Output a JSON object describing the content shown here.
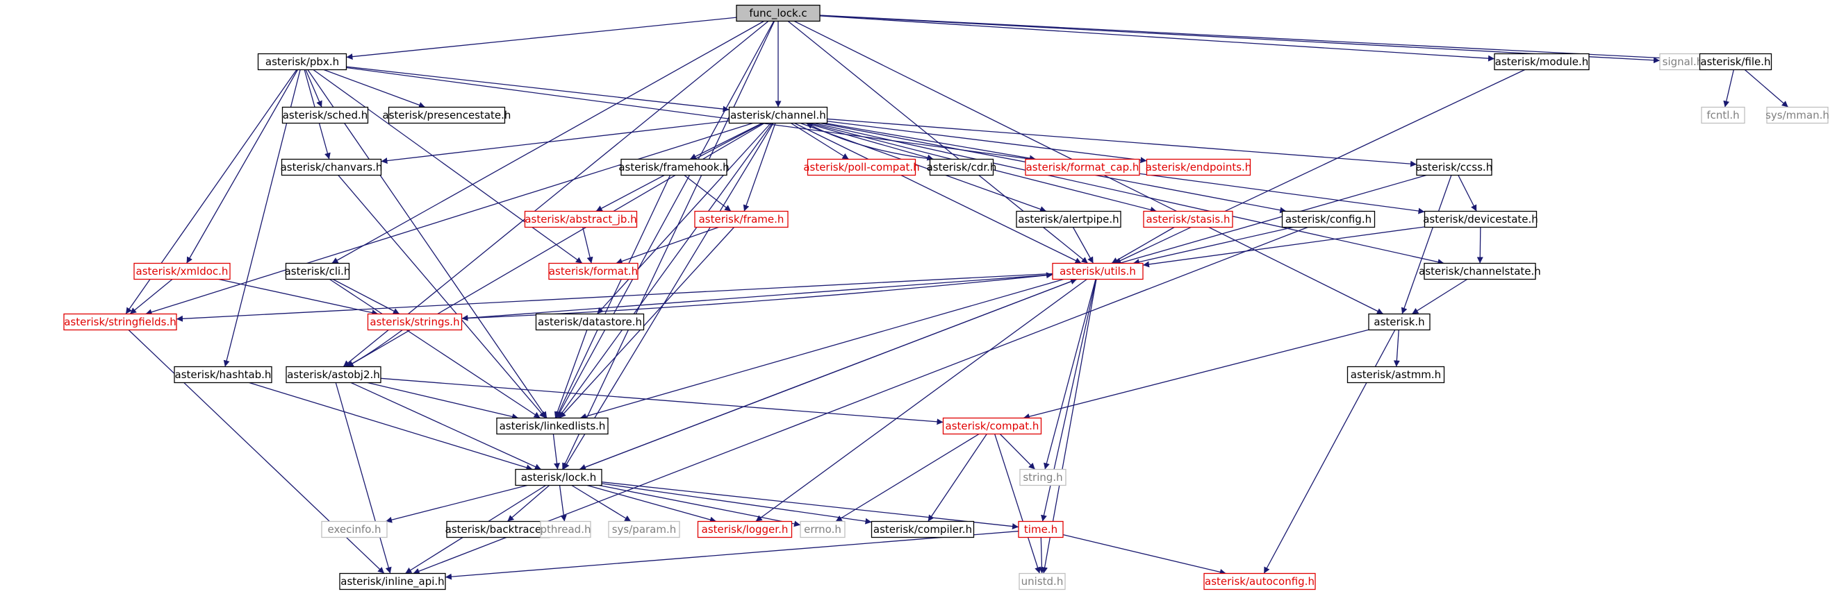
{
  "styles": {
    "normal": {
      "stroke": "#000000",
      "text": "#000000",
      "fill": "#ffffff"
    },
    "missing": {
      "stroke": "#bfbfbf",
      "text": "#7f7f7f",
      "fill": "#ffffff"
    },
    "truncated": {
      "stroke": "#e00000",
      "text": "#e00000",
      "fill": "#ffffff"
    },
    "root": {
      "stroke": "#000000",
      "text": "#000000",
      "fill": "#bfbfbf"
    },
    "edge": "#191970"
  },
  "nodes": [
    {
      "id": "func_lock",
      "label": "func_lock.c",
      "style": "root"
    },
    {
      "id": "pbx",
      "label": "asterisk/pbx.h",
      "style": "normal"
    },
    {
      "id": "module",
      "label": "asterisk/module.h",
      "style": "normal"
    },
    {
      "id": "signal",
      "label": "signal.h",
      "style": "missing"
    },
    {
      "id": "file",
      "label": "asterisk/file.h",
      "style": "normal"
    },
    {
      "id": "fcntl",
      "label": "fcntl.h",
      "style": "missing"
    },
    {
      "id": "mman",
      "label": "sys/mman.h",
      "style": "missing"
    },
    {
      "id": "sched",
      "label": "asterisk/sched.h",
      "style": "normal"
    },
    {
      "id": "presence",
      "label": "asterisk/presencestate.h",
      "style": "normal"
    },
    {
      "id": "channel",
      "label": "asterisk/channel.h",
      "style": "normal"
    },
    {
      "id": "chanvars",
      "label": "asterisk/chanvars.h",
      "style": "normal"
    },
    {
      "id": "framehook",
      "label": "asterisk/framehook.h",
      "style": "normal"
    },
    {
      "id": "pollcompat",
      "label": "asterisk/poll-compat.h",
      "style": "truncated"
    },
    {
      "id": "cdr",
      "label": "asterisk/cdr.h",
      "style": "normal"
    },
    {
      "id": "formatcap",
      "label": "asterisk/format_cap.h",
      "style": "truncated"
    },
    {
      "id": "endpoints",
      "label": "asterisk/endpoints.h",
      "style": "truncated"
    },
    {
      "id": "ccss",
      "label": "asterisk/ccss.h",
      "style": "normal"
    },
    {
      "id": "abstractjb",
      "label": "asterisk/abstract_jb.h",
      "style": "truncated"
    },
    {
      "id": "frame",
      "label": "asterisk/frame.h",
      "style": "truncated"
    },
    {
      "id": "alertpipe",
      "label": "asterisk/alertpipe.h",
      "style": "normal"
    },
    {
      "id": "stasis",
      "label": "asterisk/stasis.h",
      "style": "truncated"
    },
    {
      "id": "config",
      "label": "asterisk/config.h",
      "style": "normal"
    },
    {
      "id": "devicestate",
      "label": "asterisk/devicestate.h",
      "style": "normal"
    },
    {
      "id": "xmldoc",
      "label": "asterisk/xmldoc.h",
      "style": "truncated"
    },
    {
      "id": "cli",
      "label": "asterisk/cli.h",
      "style": "normal"
    },
    {
      "id": "format",
      "label": "asterisk/format.h",
      "style": "truncated"
    },
    {
      "id": "utils",
      "label": "asterisk/utils.h",
      "style": "truncated"
    },
    {
      "id": "channelstate",
      "label": "asterisk/channelstate.h",
      "style": "normal"
    },
    {
      "id": "stringfields",
      "label": "asterisk/stringfields.h",
      "style": "truncated"
    },
    {
      "id": "strings",
      "label": "asterisk/strings.h",
      "style": "truncated"
    },
    {
      "id": "datastore",
      "label": "asterisk/datastore.h",
      "style": "normal"
    },
    {
      "id": "asteriskh",
      "label": "asterisk.h",
      "style": "normal"
    },
    {
      "id": "hashtab",
      "label": "asterisk/hashtab.h",
      "style": "normal"
    },
    {
      "id": "astobj2",
      "label": "asterisk/astobj2.h",
      "style": "normal"
    },
    {
      "id": "astmm",
      "label": "asterisk/astmm.h",
      "style": "normal"
    },
    {
      "id": "linkedlists",
      "label": "asterisk/linkedlists.h",
      "style": "normal"
    },
    {
      "id": "compat",
      "label": "asterisk/compat.h",
      "style": "truncated"
    },
    {
      "id": "lock",
      "label": "asterisk/lock.h",
      "style": "normal"
    },
    {
      "id": "stringh",
      "label": "string.h",
      "style": "missing"
    },
    {
      "id": "execinfo",
      "label": "execinfo.h",
      "style": "missing"
    },
    {
      "id": "backtrace",
      "label": "asterisk/backtrace.h",
      "style": "normal"
    },
    {
      "id": "pthread",
      "label": "pthread.h",
      "style": "missing"
    },
    {
      "id": "sysparam",
      "label": "sys/param.h",
      "style": "missing"
    },
    {
      "id": "logger",
      "label": "asterisk/logger.h",
      "style": "truncated"
    },
    {
      "id": "errno",
      "label": "errno.h",
      "style": "missing"
    },
    {
      "id": "compiler",
      "label": "asterisk/compiler.h",
      "style": "normal"
    },
    {
      "id": "time",
      "label": "time.h",
      "style": "truncated"
    },
    {
      "id": "inlineapi",
      "label": "asterisk/inline_api.h",
      "style": "normal"
    },
    {
      "id": "unistd",
      "label": "unistd.h",
      "style": "missing"
    },
    {
      "id": "autoconfig",
      "label": "asterisk/autoconfig.h",
      "style": "truncated"
    }
  ],
  "edges": [
    [
      "func_lock",
      "pbx"
    ],
    [
      "func_lock",
      "module"
    ],
    [
      "func_lock",
      "signal"
    ],
    [
      "func_lock",
      "file"
    ],
    [
      "func_lock",
      "channel"
    ],
    [
      "func_lock",
      "cli"
    ],
    [
      "func_lock",
      "utils"
    ],
    [
      "func_lock",
      "asteriskh"
    ],
    [
      "func_lock",
      "astobj2"
    ],
    [
      "func_lock",
      "linkedlists"
    ],
    [
      "func_lock",
      "lock"
    ],
    [
      "file",
      "fcntl"
    ],
    [
      "file",
      "mman"
    ],
    [
      "module",
      "utils"
    ],
    [
      "pbx",
      "sched"
    ],
    [
      "pbx",
      "presence"
    ],
    [
      "pbx",
      "channel"
    ],
    [
      "pbx",
      "chanvars"
    ],
    [
      "pbx",
      "xmldoc"
    ],
    [
      "pbx",
      "stringfields"
    ],
    [
      "pbx",
      "hashtab"
    ],
    [
      "pbx",
      "format"
    ],
    [
      "pbx",
      "devicestate"
    ],
    [
      "pbx",
      "linkedlists"
    ],
    [
      "channel",
      "chanvars"
    ],
    [
      "channel",
      "framehook"
    ],
    [
      "channel",
      "pollcompat"
    ],
    [
      "channel",
      "cdr"
    ],
    [
      "channel",
      "formatcap"
    ],
    [
      "channel",
      "endpoints"
    ],
    [
      "channel",
      "ccss"
    ],
    [
      "channel",
      "abstractjb"
    ],
    [
      "channel",
      "frame"
    ],
    [
      "channel",
      "alertpipe"
    ],
    [
      "channel",
      "stasis"
    ],
    [
      "channel",
      "config"
    ],
    [
      "channel",
      "utils"
    ],
    [
      "channel",
      "datastore"
    ],
    [
      "channel",
      "channelstate"
    ],
    [
      "channel",
      "stringfields"
    ],
    [
      "channel",
      "astobj2"
    ],
    [
      "channel",
      "linkedlists"
    ],
    [
      "channel",
      "lock"
    ],
    [
      "cdr",
      "channel"
    ],
    [
      "framehook",
      "frame"
    ],
    [
      "framehook",
      "linkedlists"
    ],
    [
      "abstractjb",
      "format"
    ],
    [
      "frame",
      "format"
    ],
    [
      "frame",
      "linkedlists"
    ],
    [
      "ccss",
      "devicestate"
    ],
    [
      "ccss",
      "asteriskh"
    ],
    [
      "ccss",
      "linkedlists"
    ],
    [
      "alertpipe",
      "utils"
    ],
    [
      "stasis",
      "utils"
    ],
    [
      "config",
      "utils"
    ],
    [
      "config",
      "inlineapi"
    ],
    [
      "devicestate",
      "channelstate"
    ],
    [
      "devicestate",
      "utils"
    ],
    [
      "channelstate",
      "asteriskh"
    ],
    [
      "asteriskh",
      "astmm"
    ],
    [
      "asteriskh",
      "compat"
    ],
    [
      "asteriskh",
      "autoconfig"
    ],
    [
      "xmldoc",
      "stringfields"
    ],
    [
      "xmldoc",
      "strings"
    ],
    [
      "cli",
      "strings"
    ],
    [
      "cli",
      "linkedlists"
    ],
    [
      "utils",
      "strings"
    ],
    [
      "utils",
      "stringh"
    ],
    [
      "utils",
      "time"
    ],
    [
      "utils",
      "unistd"
    ],
    [
      "utils",
      "logger"
    ],
    [
      "utils",
      "lock"
    ],
    [
      "utils",
      "stringfields"
    ],
    [
      "strings",
      "utils"
    ],
    [
      "strings",
      "astobj2"
    ],
    [
      "stringfields",
      "inlineapi"
    ],
    [
      "datastore",
      "linkedlists"
    ],
    [
      "chanvars",
      "linkedlists"
    ],
    [
      "hashtab",
      "lock"
    ],
    [
      "astobj2",
      "linkedlists"
    ],
    [
      "astobj2",
      "lock"
    ],
    [
      "astobj2",
      "compat"
    ],
    [
      "astobj2",
      "inlineapi"
    ],
    [
      "linkedlists",
      "lock"
    ],
    [
      "compat",
      "stringh"
    ],
    [
      "compat",
      "errno"
    ],
    [
      "compat",
      "compiler"
    ],
    [
      "compat",
      "unistd"
    ],
    [
      "lock",
      "execinfo"
    ],
    [
      "lock",
      "backtrace"
    ],
    [
      "lock",
      "pthread"
    ],
    [
      "lock",
      "sysparam"
    ],
    [
      "lock",
      "logger"
    ],
    [
      "lock",
      "errno"
    ],
    [
      "lock",
      "compiler"
    ],
    [
      "lock",
      "time"
    ],
    [
      "lock",
      "inlineapi"
    ],
    [
      "lock",
      "utils"
    ],
    [
      "time",
      "inlineapi"
    ],
    [
      "time",
      "unistd"
    ],
    [
      "time",
      "autoconfig"
    ]
  ]
}
